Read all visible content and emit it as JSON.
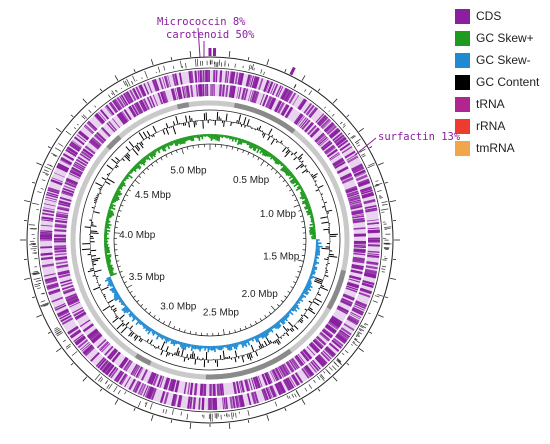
{
  "legend": [
    {
      "label": "CDS",
      "color": "#8a1fa0"
    },
    {
      "label": "GC Skew+",
      "color": "#1e9a1e"
    },
    {
      "label": "GC Skew-",
      "color": "#1f8ad1"
    },
    {
      "label": "GC Content",
      "color": "#000000"
    },
    {
      "label": "tRNA",
      "color": "#b0258f"
    },
    {
      "label": "rRNA",
      "color": "#ee3b2f"
    },
    {
      "label": "tmRNA",
      "color": "#f2a64b"
    }
  ],
  "annotations": {
    "micrococcin": "Micrococcin 8%",
    "carotenoid": "carotenoid 50%",
    "surfactin": "surfactin 13%"
  },
  "annotation_color": "#8a1fa0",
  "scale_labels": [
    "0.5 Mbp",
    "1.0 Mbp",
    "1.5 Mbp",
    "2.0 Mbp",
    "2.5 Mbp",
    "3.0 Mbp",
    "3.5 Mbp",
    "4.0 Mbp",
    "4.5 Mbp",
    "5.0 Mbp"
  ],
  "genome_size_mbp": 5.25,
  "cluster_positions_mbp": {
    "micrococcin": 0.0,
    "carotenoid": 0.02,
    "surfactin": 0.38
  }
}
